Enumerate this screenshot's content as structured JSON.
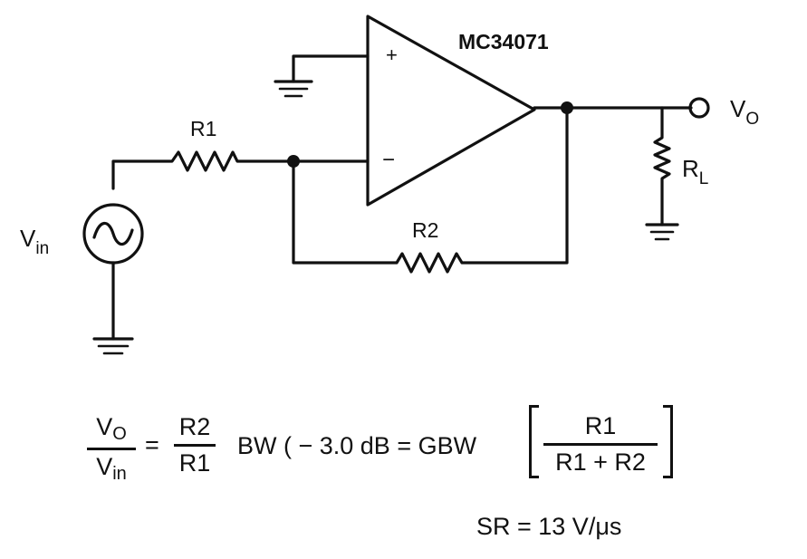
{
  "circuit": {
    "opamp_part": "MC34071",
    "plus_sign": "+",
    "minus_sign": "−",
    "r1": "R1",
    "r2": "R2",
    "rl_main": "R",
    "rl_sub": "L",
    "vin_main": "V",
    "vin_sub": "in",
    "vo_main": "V",
    "vo_sub": "O"
  },
  "equations": {
    "gain_num_main": "V",
    "gain_num_sub": "O",
    "gain_den_main": "V",
    "gain_den_sub": "in",
    "equals1": "=",
    "ratio_num": "R2",
    "ratio_den": "R1",
    "bw_text": "BW ( − 3.0 dB = GBW",
    "bw_num": "R1",
    "bw_den": "R1 + R2",
    "slew_rate": "SR = 13 V/μs"
  }
}
